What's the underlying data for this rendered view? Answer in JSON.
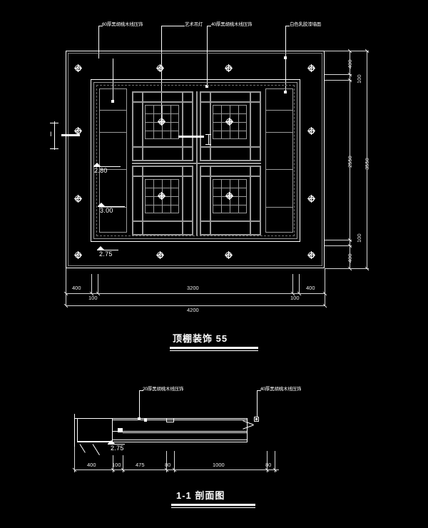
{
  "drawing": {
    "background_color": "#000000",
    "line_color": "#ffffff",
    "accent_gray": "#9a9a9a"
  },
  "plan": {
    "title": "顶棚装饰  55",
    "callouts": [
      {
        "text": "60厚黑胡桃木线压饰"
      },
      {
        "text": "艺术吊灯"
      },
      {
        "text": "40厚黑胡桃木线压饰"
      },
      {
        "text": "白色乳胶漆墙面"
      }
    ],
    "elevations": [
      {
        "value": "2.80"
      },
      {
        "value": "3.00"
      },
      {
        "value": "2.75"
      }
    ],
    "section_mark": "I",
    "dims_bottom_inner": [
      "400",
      "100",
      "3200",
      "100",
      "400"
    ],
    "dims_bottom_total": "4200",
    "dims_right_inner": [
      "400",
      "100",
      "2550",
      "100",
      "400"
    ],
    "dims_right_total": "3550"
  },
  "section": {
    "title": "1-1  剖面图",
    "callouts": [
      {
        "text": "20厚黑胡桃木线压饰"
      },
      {
        "text": "40厚黑胡桃木线压饰"
      }
    ],
    "elevation": "2.75",
    "dims": [
      "400",
      "100",
      "475",
      "80",
      "1000",
      "80"
    ]
  }
}
